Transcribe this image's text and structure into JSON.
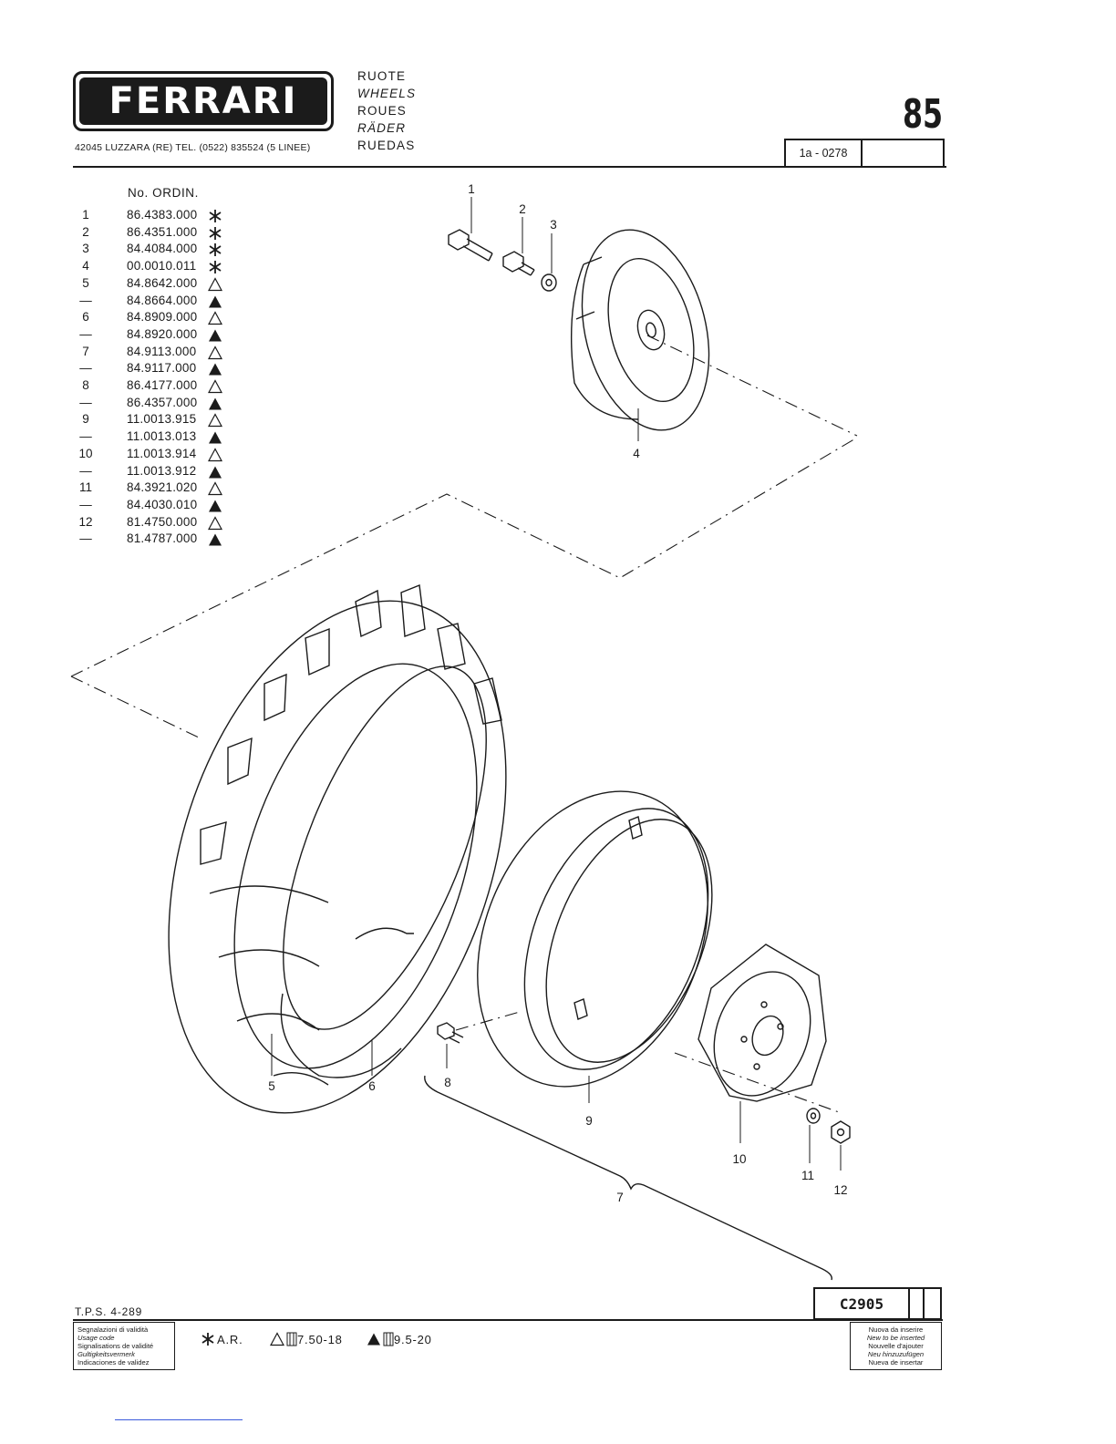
{
  "header": {
    "logo": "FERRARI",
    "address": "42045 LUZZARA (RE)   TEL. (0522) 835524 (5 LINEE)",
    "titles": [
      "RUOTE",
      "WHEELS",
      "ROUES",
      "RÄDER",
      "RUEDAS"
    ],
    "page_number": "85",
    "reference": "1a - 0278"
  },
  "parts_list": {
    "header": "No. ORDIN.",
    "rows": [
      {
        "num": "1",
        "code": "86.4383.000",
        "symbol": "asterisk"
      },
      {
        "num": "2",
        "code": "86.4351.000",
        "symbol": "asterisk"
      },
      {
        "num": "3",
        "code": "84.4084.000",
        "symbol": "asterisk"
      },
      {
        "num": "4",
        "code": "00.0010.011",
        "symbol": "asterisk"
      },
      {
        "num": "5",
        "code": "84.8642.000",
        "symbol": "triangle-open"
      },
      {
        "num": "—",
        "code": "84.8664.000",
        "symbol": "triangle-filled"
      },
      {
        "num": "6",
        "code": "84.8909.000",
        "symbol": "triangle-open"
      },
      {
        "num": "—",
        "code": "84.8920.000",
        "symbol": "triangle-filled"
      },
      {
        "num": "7",
        "code": "84.9113.000",
        "symbol": "triangle-open"
      },
      {
        "num": "—",
        "code": "84.9117.000",
        "symbol": "triangle-filled"
      },
      {
        "num": "8",
        "code": "86.4177.000",
        "symbol": "triangle-open"
      },
      {
        "num": "—",
        "code": "86.4357.000",
        "symbol": "triangle-filled"
      },
      {
        "num": "9",
        "code": "11.0013.915",
        "symbol": "triangle-open"
      },
      {
        "num": "—",
        "code": "11.0013.013",
        "symbol": "triangle-filled"
      },
      {
        "num": "10",
        "code": "11.0013.914",
        "symbol": "triangle-open"
      },
      {
        "num": "—",
        "code": "11.0013.912",
        "symbol": "triangle-filled"
      },
      {
        "num": "11",
        "code": "84.3921.020",
        "symbol": "triangle-open"
      },
      {
        "num": "—",
        "code": "84.4030.010",
        "symbol": "triangle-filled"
      },
      {
        "num": "12",
        "code": "81.4750.000",
        "symbol": "triangle-open"
      },
      {
        "num": "—",
        "code": "81.4787.000",
        "symbol": "triangle-filled"
      }
    ]
  },
  "diagram": {
    "callouts": [
      "1",
      "2",
      "3",
      "4",
      "5",
      "6",
      "7",
      "8",
      "9",
      "10",
      "11",
      "12"
    ]
  },
  "footer": {
    "tps": "T.P.S. 4-289",
    "code": "C2905",
    "validity_lines": [
      "Segnalazioni di validità",
      "Usage code",
      "Signalisations de validité",
      "Gultigkeitsvermerk",
      "Indicaciones de validez"
    ],
    "legend": {
      "ar": "A.R.",
      "size_open": "7.50-18",
      "size_filled": "9.5-20"
    },
    "insert_lines": [
      "Nuova da inserire",
      "New to be inserted",
      "Nouvelle d'ajouter",
      "Neu hinzuzufügen",
      "Nueva de insertar"
    ]
  },
  "colors": {
    "ink": "#1b1b1b",
    "paper": "#ffffff",
    "stray_line": "#3b5bdb"
  }
}
